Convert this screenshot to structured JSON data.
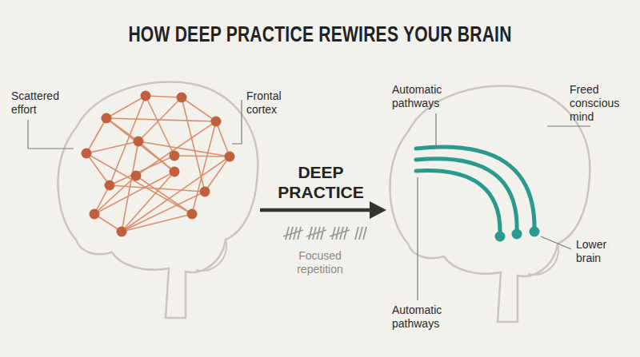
{
  "diagram": {
    "title": "HOW DEEP PRACTICE REWIRES YOUR BRAIN",
    "labels": [
      "Scattered effort",
      "Frontal cortex",
      "DEEP PRACTICE",
      "Focused repetition",
      "Automatic pathways",
      "Freed conscious mind",
      "Lower brain",
      "Automatic pathways"
    ]
  }
}
